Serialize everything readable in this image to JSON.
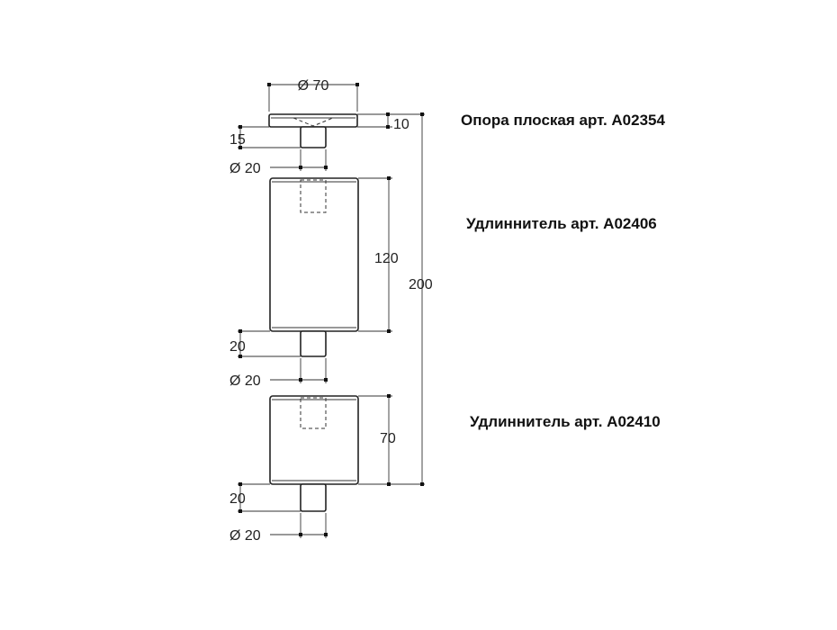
{
  "parts": [
    {
      "label": "Опора плоская арт. A02354"
    },
    {
      "label": "Удлиннитель арт. A02406"
    },
    {
      "label": "Удлиннитель арт. A02410"
    }
  ],
  "dimensions": {
    "top_diameter": "Ø 70",
    "top_height": "10",
    "stem_length_top": "15",
    "stem_diameter_1": "Ø 20",
    "body_height_1": "120",
    "total_height": "200",
    "stem_length_1": "20",
    "stem_diameter_2": "Ø 20",
    "body_height_2": "70",
    "stem_length_2": "20",
    "stem_diameter_3": "Ø 20"
  }
}
